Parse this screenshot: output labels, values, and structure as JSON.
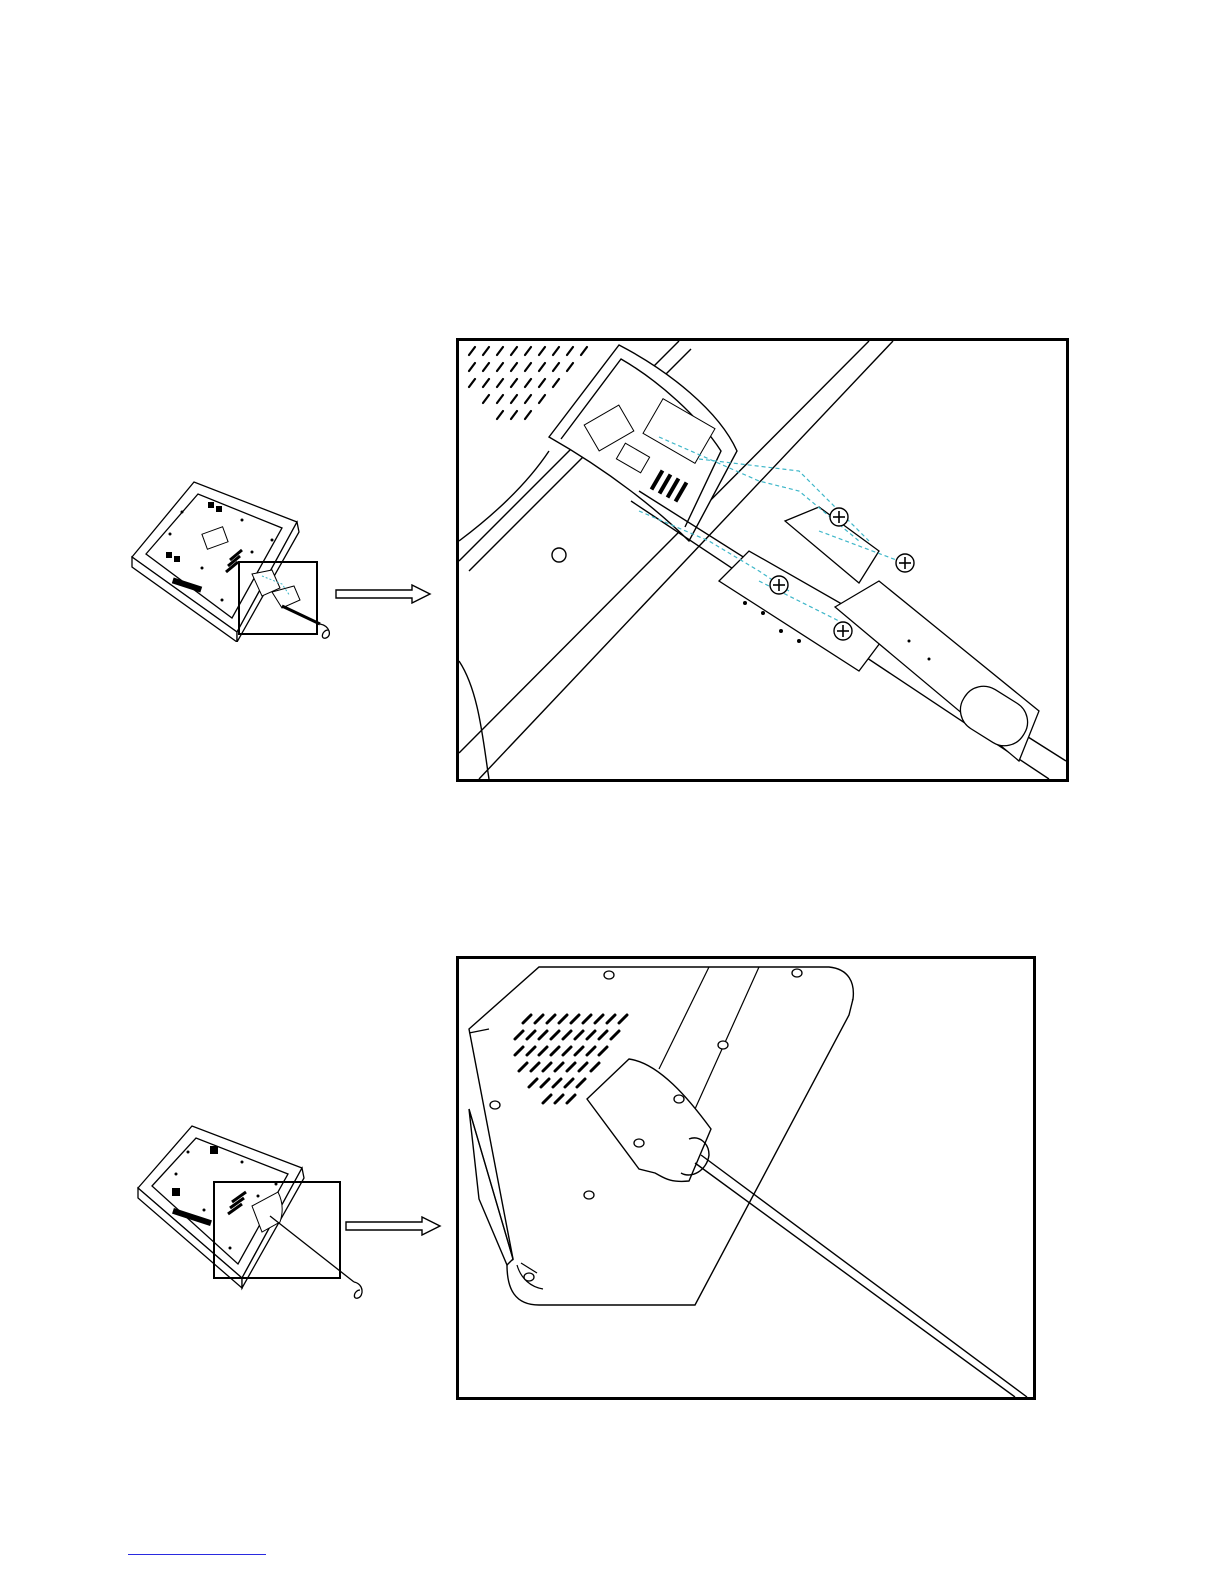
{
  "figures": [
    {
      "id": "step-1",
      "thumbnail": "monitor-rear-with-bracket-exploded",
      "detail": "bracket-screws-and-cable-assembly"
    },
    {
      "id": "step-2",
      "thumbnail": "monitor-rear-with-cover-installed",
      "detail": "cable-cover-installed-close-up"
    }
  ],
  "colors": {
    "line": "#000000",
    "guide": "#3fb7c9",
    "footer_rule": "#2a2ae0"
  }
}
